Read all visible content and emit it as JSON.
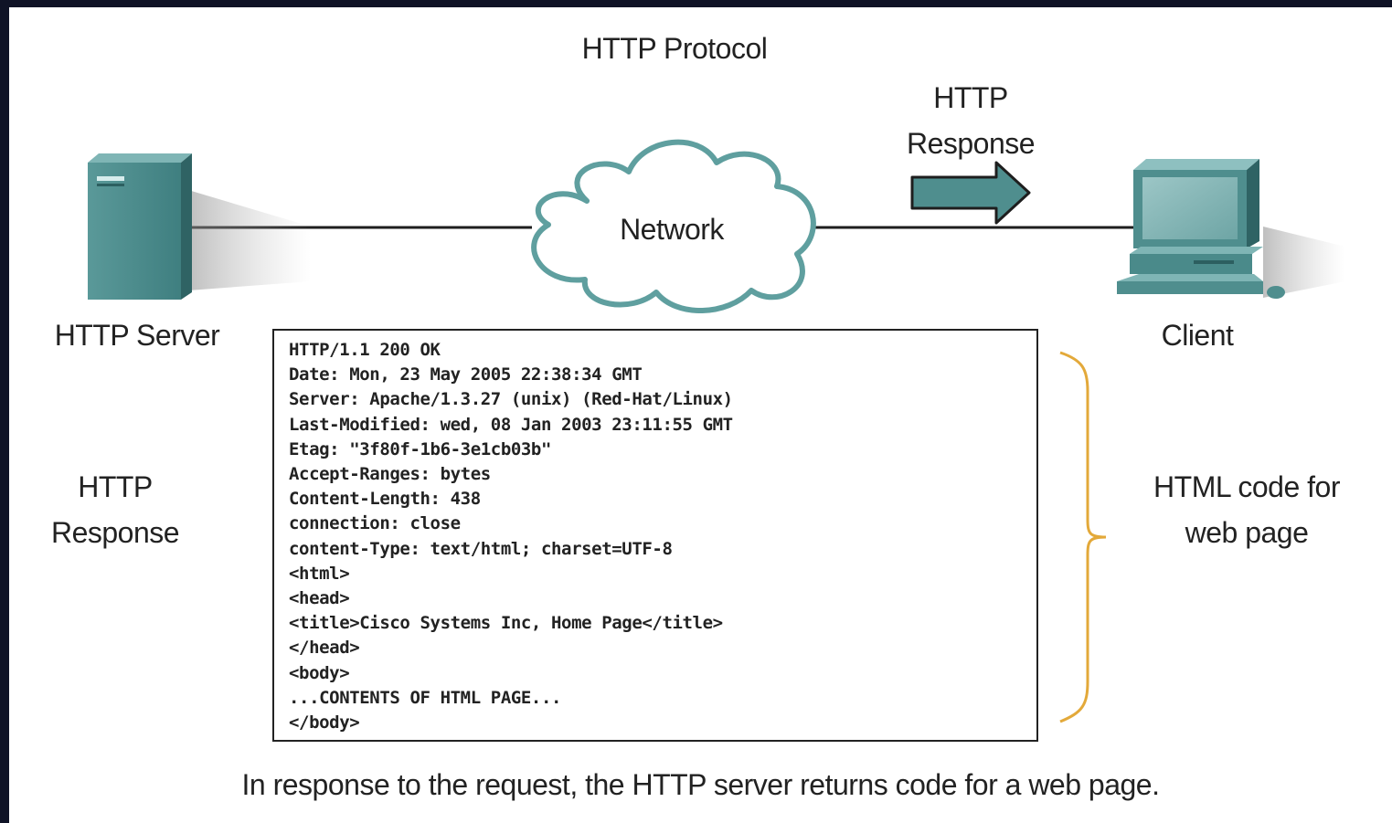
{
  "title": "HTTP Protocol",
  "network_label": "Network",
  "arrow_label": [
    "HTTP",
    "Response"
  ],
  "server_label": "HTTP Server",
  "client_label": "Client",
  "left_label": [
    "HTTP",
    "Response"
  ],
  "right_label": [
    "HTML code for",
    "web page"
  ],
  "code_lines": [
    "HTTP/1.1 200 OK",
    "Date: Mon, 23 May 2005 22:38:34 GMT",
    "Server: Apache/1.3.27 (unix) (Red-Hat/Linux)",
    "Last-Modified: wed, 08 Jan 2003 23:11:55 GMT",
    "Etag: \"3f80f-1b6-3e1cb03b\"",
    "Accept-Ranges: bytes",
    "Content-Length: 438",
    "connection: close",
    "content-Type: text/html; charset=UTF-8",
    "<html>",
    "<head>",
    "<title>Cisco Systems Inc, Home Page</title>",
    "</head>",
    "<body>",
    "...CONTENTS OF HTML PAGE...",
    "</body>"
  ],
  "caption": "In response to the request,  the HTTP server returns code for a web page.",
  "colors": {
    "device": "#4f8e8e",
    "device_dark": "#356b6b",
    "cloud": "#5f9f9f",
    "brace": "#e3a93a",
    "border": "#0f1326"
  }
}
